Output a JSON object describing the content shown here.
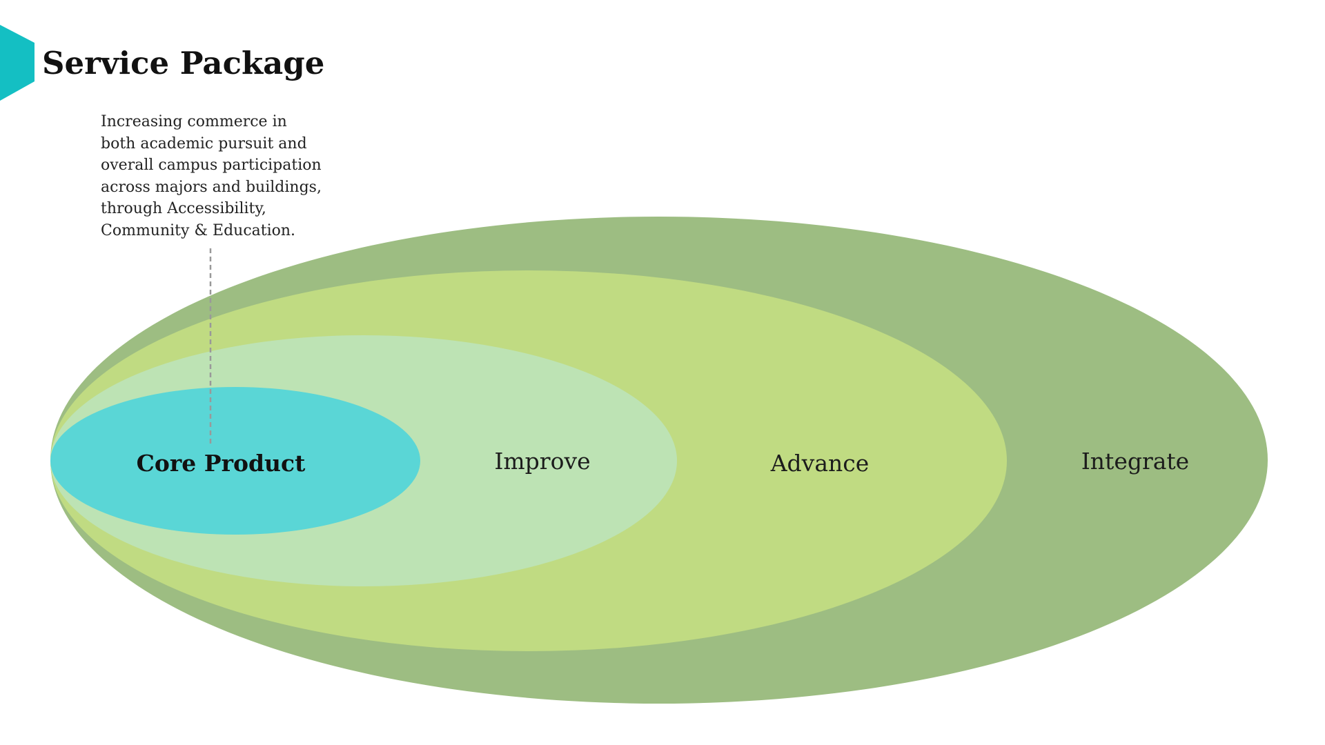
{
  "title": "Service Package",
  "description": {
    "lines": [
      "Increasing commerce in",
      "both academic pursuit and",
      "overall campus participation",
      "across majors and buildings,",
      "through Accessibility,",
      "Community & Education."
    ]
  },
  "rings": {
    "integrate": {
      "label": "Integrate",
      "color": "#9dbd82"
    },
    "advance": {
      "label": "Advance",
      "color": "#c0db82"
    },
    "improve": {
      "label": "Improve",
      "color": "#bde3b4"
    },
    "core": {
      "label": "Core Product",
      "color": "#5ad6d6"
    }
  },
  "accent": {
    "hexagon_color": "#14bfc3",
    "callout_line_color": "#999999"
  }
}
